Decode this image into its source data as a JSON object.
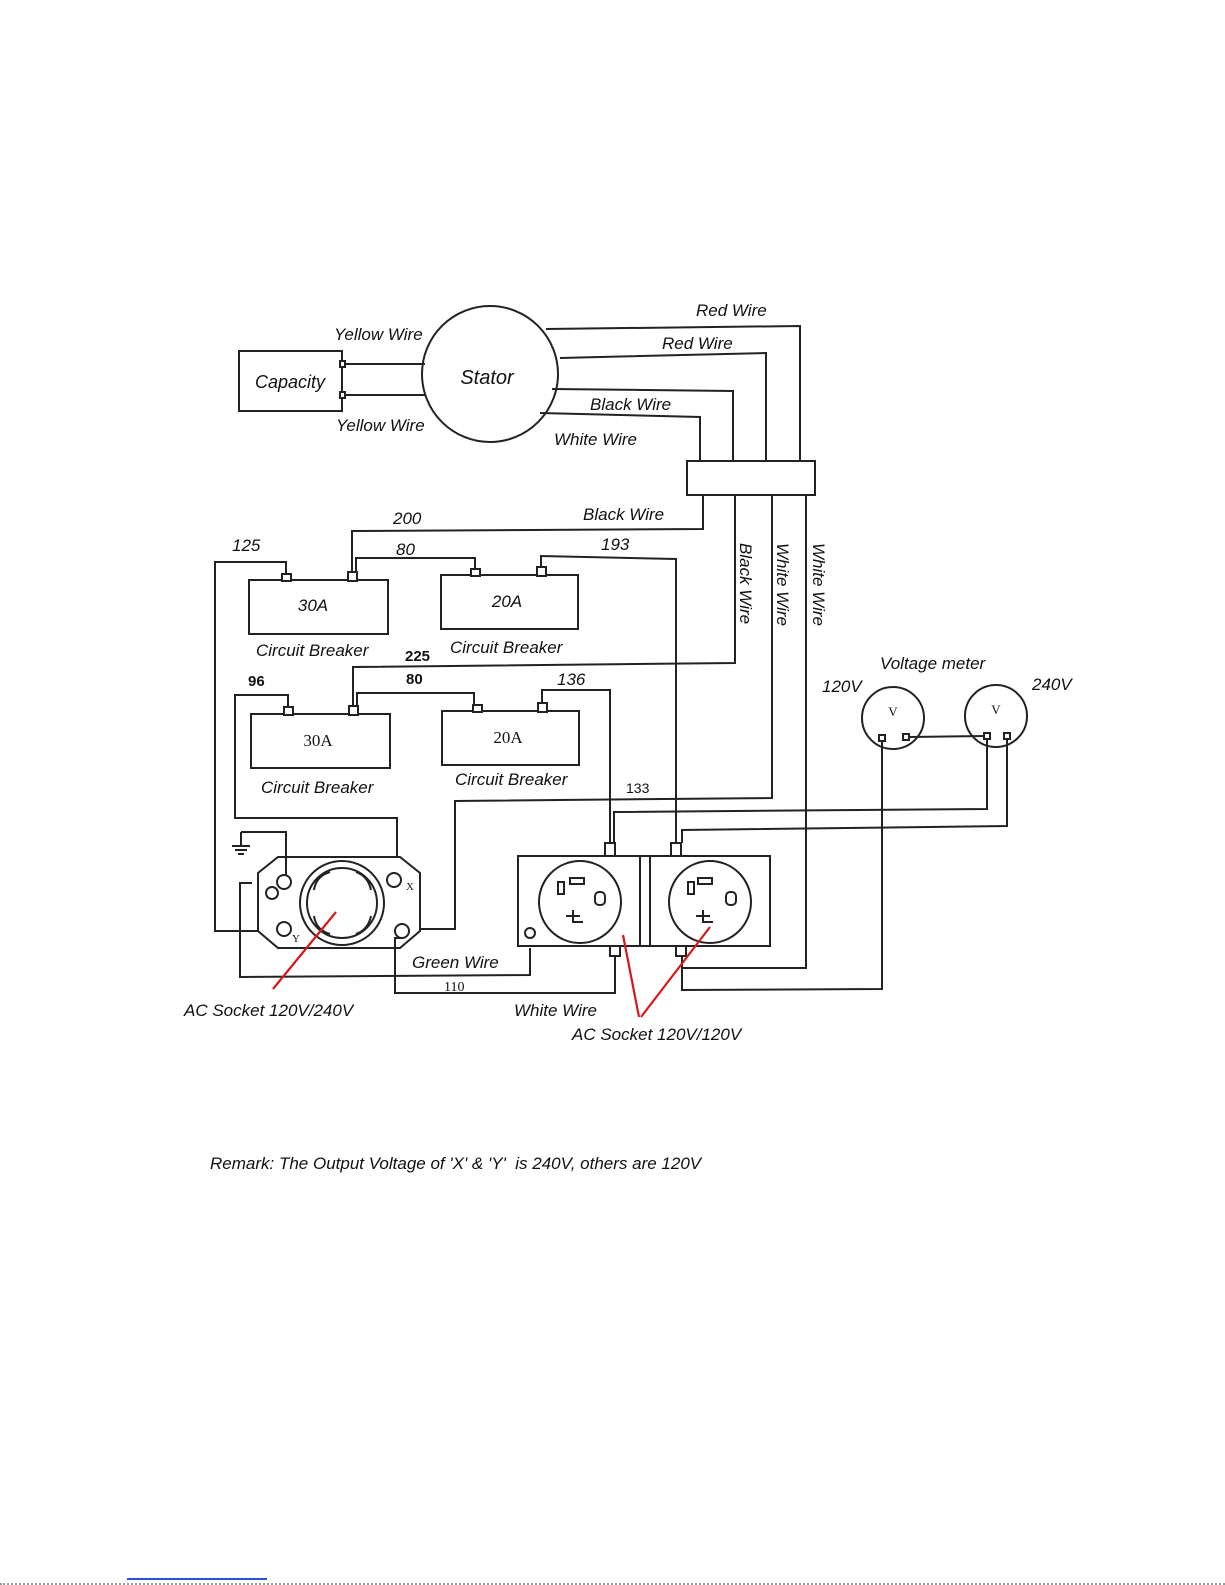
{
  "stator": {
    "label": "Stator"
  },
  "capacity": {
    "label": "Capacity"
  },
  "wires": {
    "yellow_top": "Yellow Wire",
    "yellow_bottom": "Yellow Wire",
    "red_top": "Red Wire",
    "red_second": "Red Wire",
    "black_top": "Black Wire",
    "white_top": "White Wire",
    "black_mid": "Black Wire",
    "black_vertical": "Black Wire",
    "white_vertical_1": "White Wire",
    "white_vertical_2": "White Wire",
    "green": "Green Wire",
    "white_bottom": "White Wire"
  },
  "breakers": {
    "b1": {
      "rating": "30A",
      "label": "Circuit Breaker"
    },
    "b2": {
      "rating": "20A",
      "label": "Circuit Breaker"
    },
    "b3": {
      "rating": "30A",
      "label": "Circuit Breaker"
    },
    "b4": {
      "rating": "20A",
      "label": "Circuit Breaker"
    }
  },
  "wire_numbers": {
    "n200": "200",
    "n125": "125",
    "n80a": "80",
    "n193": "193",
    "n225": "225",
    "n96": "96",
    "n80b": "80",
    "n136": "136",
    "n133": "133",
    "n110": "110"
  },
  "voltage_meter": {
    "title": "Voltage meter",
    "left_label": "120V",
    "right_label": "240V",
    "glyph": "V"
  },
  "sockets": {
    "twist_lock_label": "AC Socket 120V/240V",
    "duplex_label": "AC Socket 120V/120V",
    "terminal_x": "X",
    "terminal_y": "Y"
  },
  "remark": "Remark: The Output Voltage of 'X' & 'Y'  is 240V, others are 120V"
}
